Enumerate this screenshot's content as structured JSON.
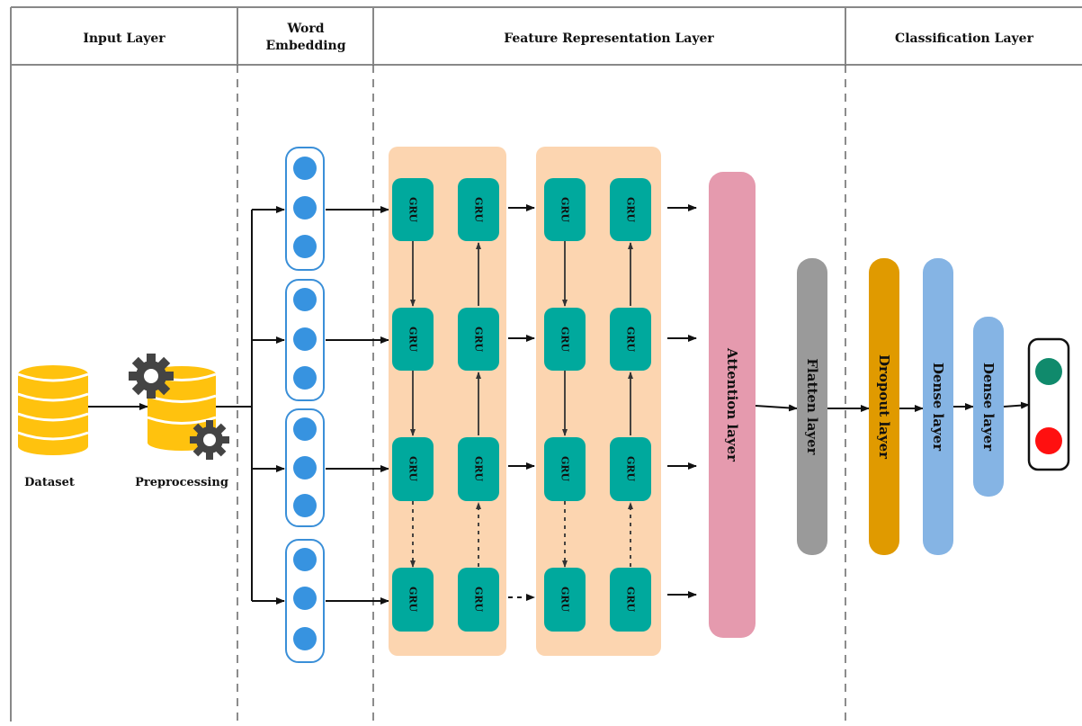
{
  "headers": {
    "input": "Input Layer",
    "embedding_line1": "Word",
    "embedding_line2": "Embedding",
    "feature": "Feature Representation Layer",
    "classification": "Classification Layer"
  },
  "input": {
    "dataset_label": "Dataset",
    "preprocessing_label": "Preprocessing"
  },
  "gru_label": "GRU",
  "layers": {
    "attention": "Attention layer",
    "flatten": "Flatten layer",
    "dropout": "Dropout layer",
    "dense1": "Dense layer",
    "dense2": "Dense layer"
  },
  "colors": {
    "gru": "#00a99d",
    "gru_panel": "#fcd5b0",
    "embedding_border": "#3a8fd8",
    "embedding_dot": "#3793e0",
    "database": "#ffc20e",
    "attention": "#e59aae",
    "flatten": "#9a9a9a",
    "dropout": "#e09a00",
    "dense": "#85b4e4",
    "output_green": "#108a6c",
    "output_red": "#ff1010"
  }
}
